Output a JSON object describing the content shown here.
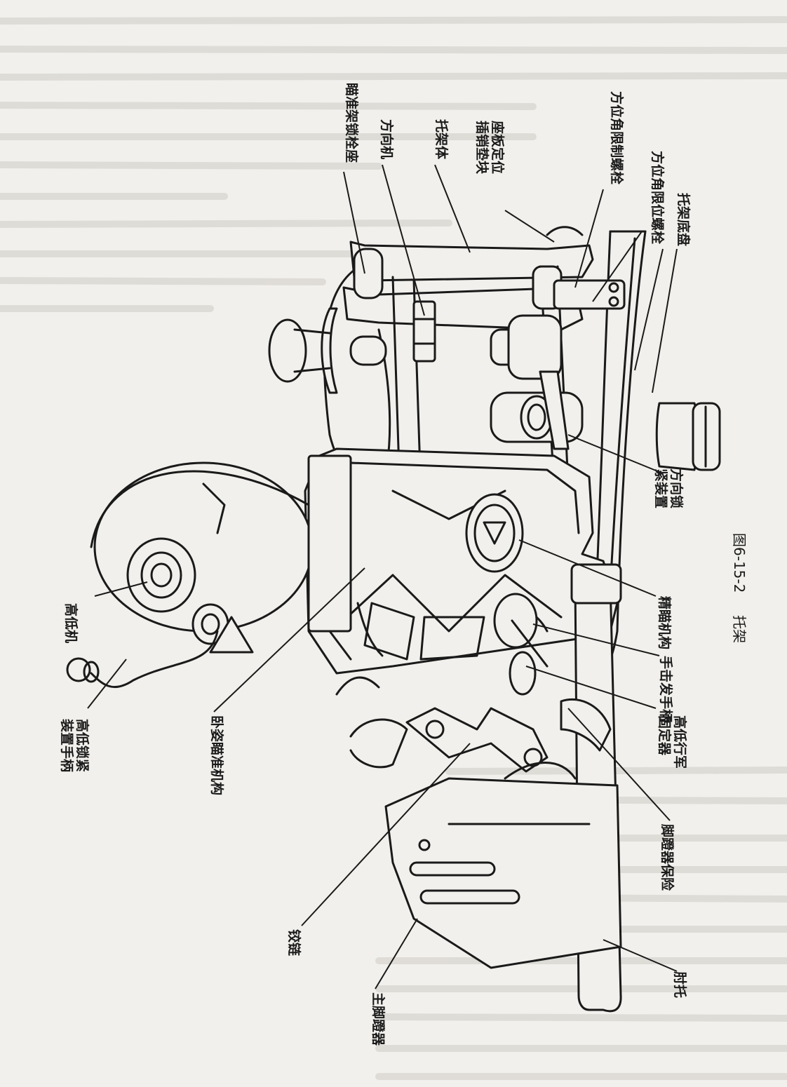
{
  "figure": {
    "caption_number": "图6-15-2",
    "caption_title": "托架"
  },
  "labels": {
    "aiming_lock_bolt": "瞄准架锁栓座",
    "direction_machine": "方向机",
    "frame_body": "托架体",
    "load_pin_1": "座板定位",
    "load_pin_2": "插销垫块",
    "azimuth_limit_bolt": "方位角限制螺栓",
    "azimuth_limit_screw": "方位角限位螺栓",
    "frame_base": "托架底盘",
    "elevation_machine": "高低机",
    "elev_lock_1": "高低锁紧",
    "elev_lock_2": "装置手柄",
    "prone_aiming": "卧姿瞄准机构",
    "fine_aiming": "精瞄机构",
    "trigger_handle": "手击发手柄",
    "dir_lock_1": "方向锁",
    "dir_lock_2": "紧装置",
    "travel_lock_1": "高低行军",
    "travel_lock_2": "固定器",
    "hinge": "铰链",
    "pedal_safety": "脚蹬器保险",
    "main_pedal": "主脚蹬器",
    "elbow_rest": "肘托"
  },
  "colors": {
    "ink": "#1a1a1a",
    "paper": "#f1f0ec",
    "bleed": "#b9b7b1"
  }
}
